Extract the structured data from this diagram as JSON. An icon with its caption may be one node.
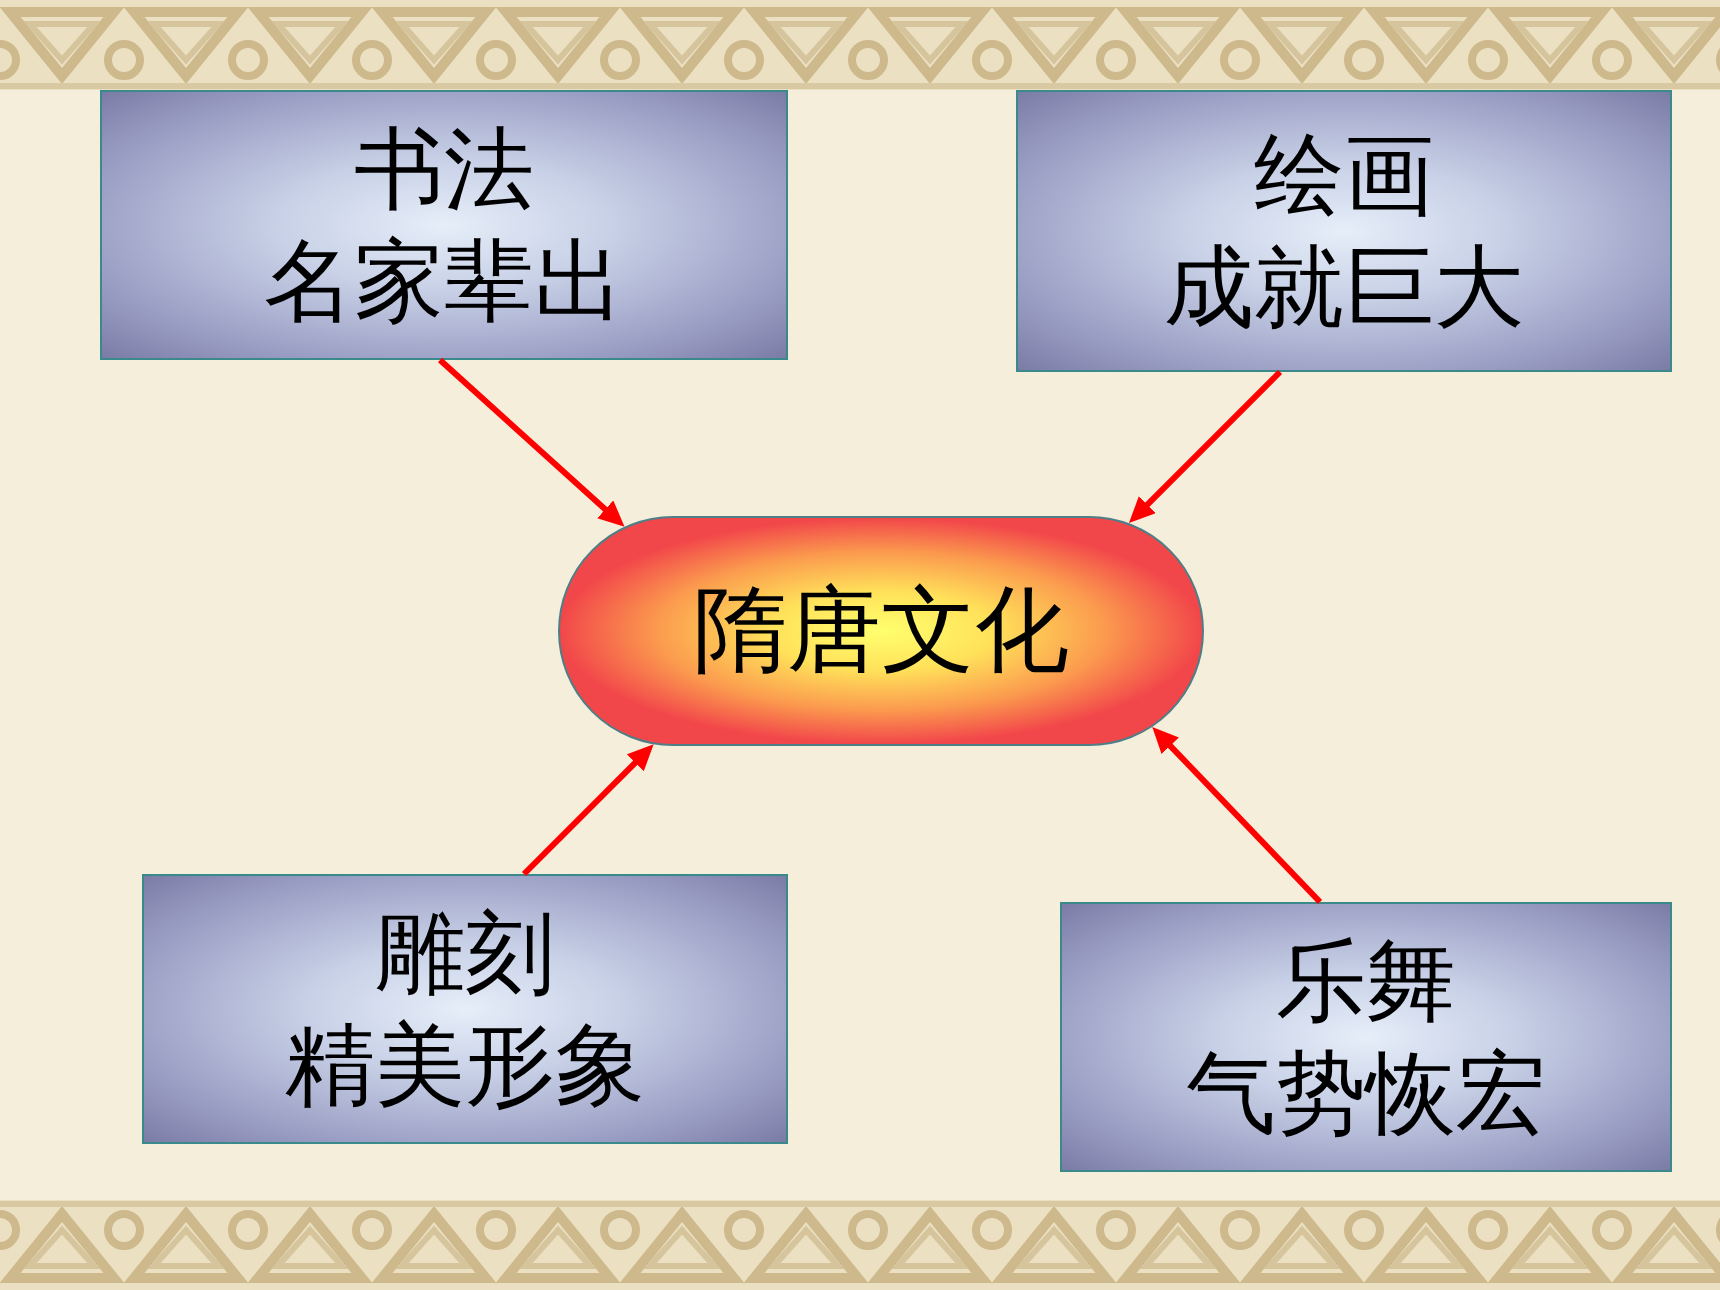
{
  "diagram": {
    "nodes": [
      {
        "text": [
          "书法",
          "名家辈出"
        ]
      },
      {
        "text": [
          "绘画",
          "成就巨大"
        ]
      },
      {
        "text": [
          "隋唐文化"
        ]
      },
      {
        "text": [
          "雕刻",
          "精美形象"
        ]
      },
      {
        "text": [
          "乐舞",
          "气势恢宏"
        ]
      }
    ],
    "edges": [
      {
        "from": 0,
        "to": 2,
        "arrow": "to"
      },
      {
        "from": 1,
        "to": 2,
        "arrow": "to"
      },
      {
        "from": 3,
        "to": 2,
        "arrow": "to"
      },
      {
        "from": 4,
        "to": 2,
        "arrow": "to"
      }
    ]
  }
}
